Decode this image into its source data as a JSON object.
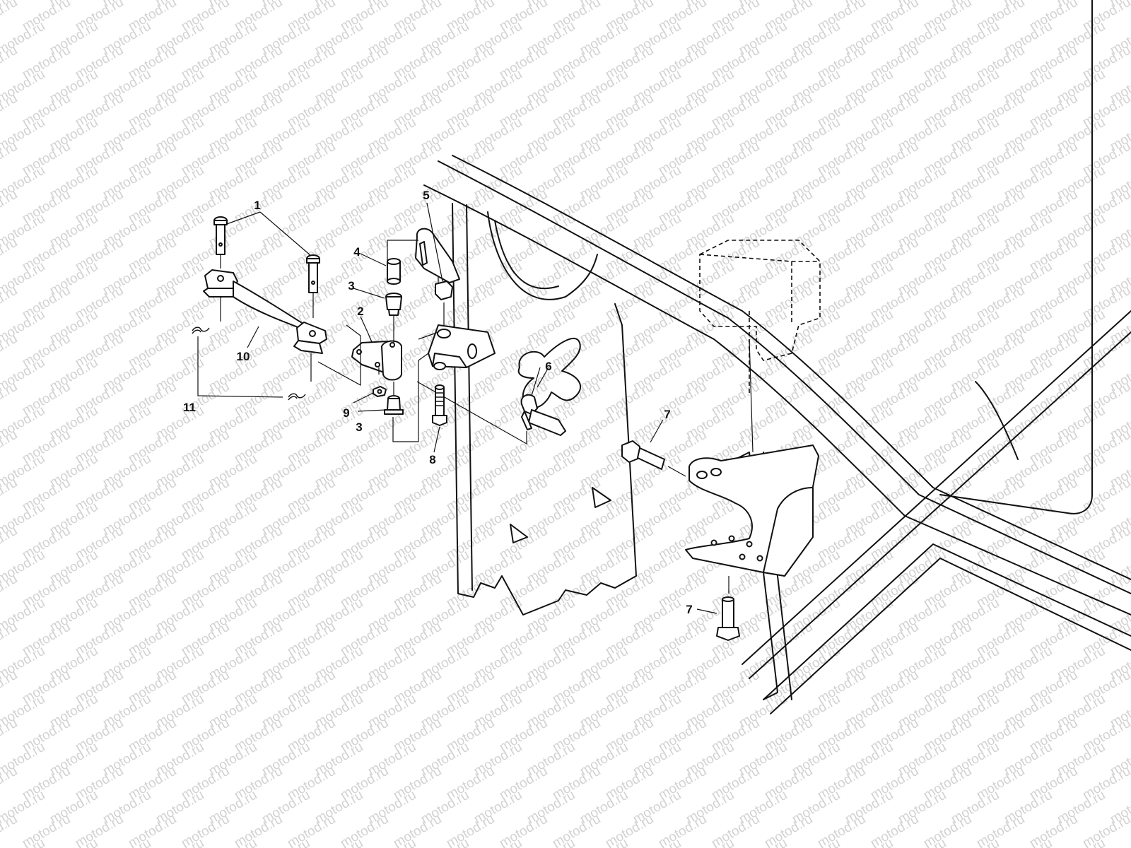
{
  "diagram": {
    "watermark_text": "motod.ru",
    "callouts": [
      "1",
      "2",
      "3",
      "4",
      "5",
      "6",
      "7",
      "8",
      "9",
      "10",
      "11"
    ]
  }
}
